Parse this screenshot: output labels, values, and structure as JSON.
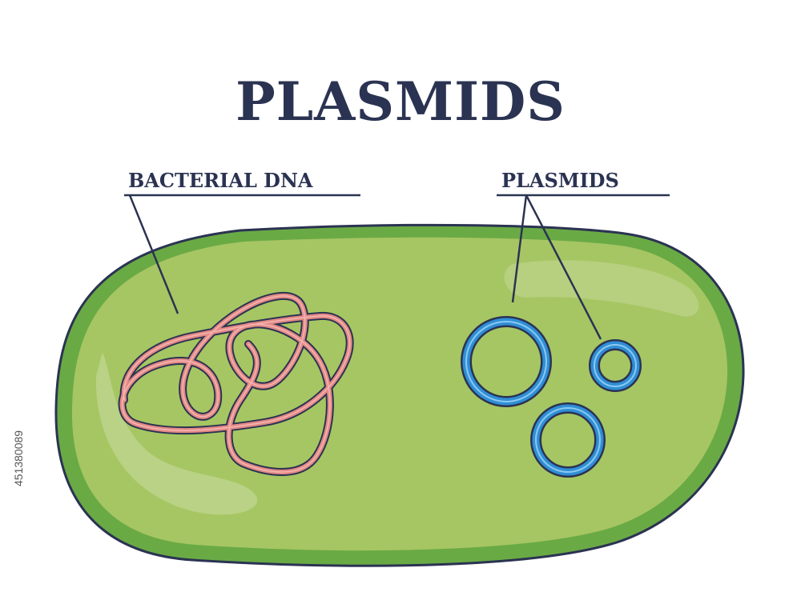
{
  "title": "PLASMIDS",
  "labels": {
    "bacterial_dna": "BACTERIAL DNA",
    "plasmids": "PLASMIDS"
  },
  "stock_id": "451380089",
  "colors": {
    "outline": "#2b3352",
    "cell_wall": "#6aaa45",
    "cytoplasm": "#a6c663",
    "dna": "#e48a86",
    "plasmid": "#2f8fd6"
  }
}
